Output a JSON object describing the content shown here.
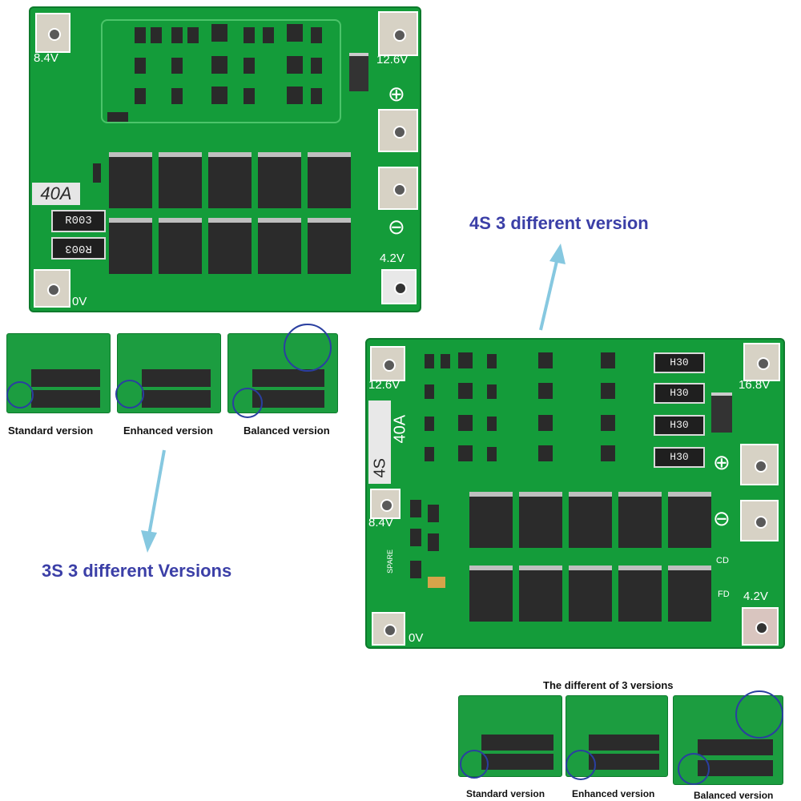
{
  "labels": {
    "title_4s": "4S 3 different version",
    "title_3s": "3S 3 different Versions",
    "title_compare": "The different of 3 versions"
  },
  "captions_top": [
    "Standard version",
    "Enhanced version",
    "Balanced version"
  ],
  "captions_bottom": [
    "Standard version",
    "Enhanced version",
    "Balanced version"
  ],
  "board_3s": {
    "v_84": "8.4V",
    "v_126": "12.6V",
    "v_42": "4.2V",
    "v_0": "0V",
    "current": "40A",
    "res1": "R003",
    "res2": "R003",
    "plus": "⊕",
    "minus": "⊖"
  },
  "board_4s": {
    "v_126": "12.6V",
    "v_168": "16.8V",
    "v_84": "8.4V",
    "v_42": "4.2V",
    "v_0": "0V",
    "type": "4S",
    "current": "40A",
    "spare": "SPARE",
    "cd": "CD",
    "fd": "FD",
    "res": [
      "H30",
      "H30",
      "H30",
      "H30"
    ],
    "plus": "⊕",
    "minus": "⊖"
  },
  "colors": {
    "pcb_green": "#149c3a",
    "label_blue": "#3b3fa7",
    "arrow_blue": "#86c8e0",
    "circle_blue": "#2a3fa0"
  }
}
